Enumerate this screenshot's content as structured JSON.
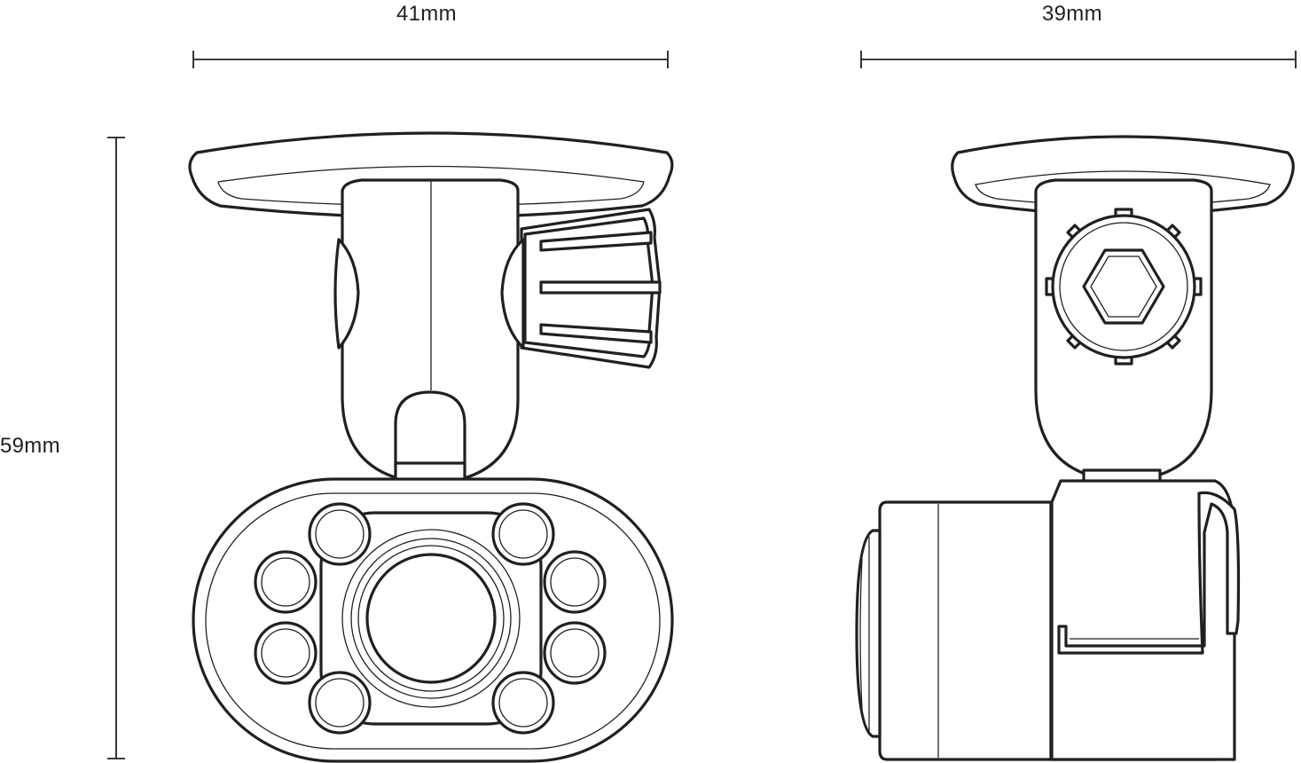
{
  "dimensions": {
    "front_width": "41mm",
    "side_width": "39mm",
    "height": "59mm"
  },
  "colors": {
    "line": "#231f20",
    "background": "#ffffff"
  }
}
